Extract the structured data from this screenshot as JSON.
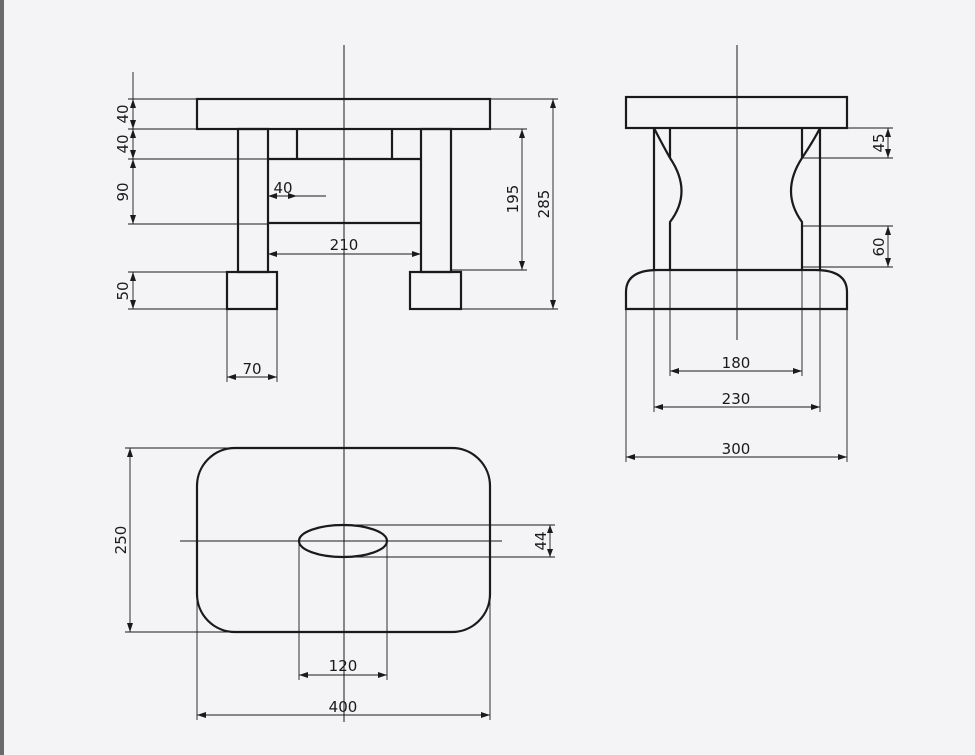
{
  "drawing": {
    "front_view": {
      "dims": {
        "top_thickness": "40",
        "rail_gap": "40",
        "rail_height": "90",
        "rail_inset": "40",
        "inner_span": "210",
        "foot_height": "50",
        "foot_width": "70",
        "leg_height": "195",
        "overall_height": "285"
      }
    },
    "side_view": {
      "dims": {
        "upper_curve": "45",
        "lower_curve": "60",
        "neck_width": "180",
        "leg_width": "230",
        "base_width": "300"
      }
    },
    "top_view": {
      "dims": {
        "depth": "250",
        "slot_height": "44",
        "slot_width": "120",
        "overall_width": "400"
      }
    }
  }
}
